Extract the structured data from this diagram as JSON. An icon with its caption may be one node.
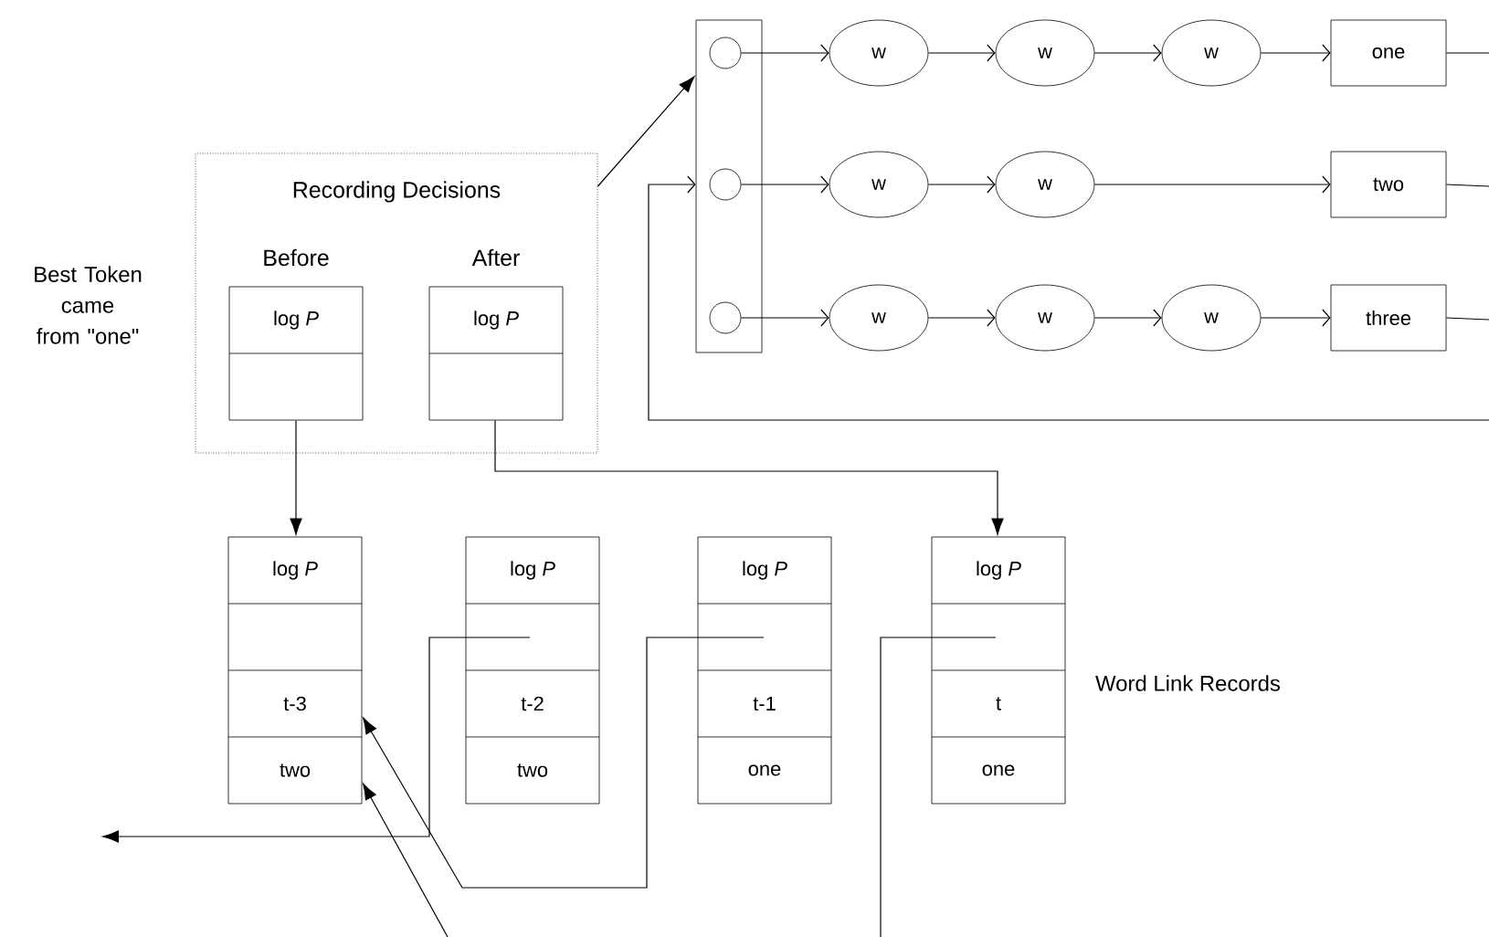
{
  "diagram": {
    "nodes": [
      {
        "text": [
          "Recording Decisions"
        ]
      },
      {
        "text": [
          "Before",
          "log *P*"
        ],
        "in": 0
      },
      {
        "text": [
          "After",
          "log *P*"
        ],
        "in": 0
      },
      {
        "text": [],
        "shape": "bar"
      },
      {
        "text": [],
        "shape": "circle",
        "in": 3
      },
      {
        "text": [],
        "shape": "circle",
        "in": 3
      },
      {
        "text": [],
        "shape": "circle",
        "in": 3
      },
      {
        "text": [
          "w"
        ]
      },
      {
        "text": [
          "w"
        ]
      },
      {
        "text": [
          "w"
        ]
      },
      {
        "text": [
          "one"
        ]
      },
      {
        "text": [
          "w"
        ]
      },
      {
        "text": [
          "w"
        ]
      },
      {
        "text": [
          "two"
        ]
      },
      {
        "text": [
          "w"
        ]
      },
      {
        "text": [
          "w"
        ]
      },
      {
        "text": [
          "w"
        ]
      },
      {
        "text": [
          "three"
        ]
      },
      {
        "text": [
          "log *P*",
          "t-3",
          "two"
        ]
      },
      {
        "text": [
          "log *P*",
          "t-2",
          "two"
        ]
      },
      {
        "text": [
          "log *P*",
          "t-1",
          "one"
        ]
      },
      {
        "text": [
          "log *P*",
          "t",
          "one"
        ]
      }
    ],
    "edges": [
      {
        "from": 0,
        "to": 3,
        "arrow": "to"
      },
      {
        "from": 4,
        "to": 7,
        "arrow": "to"
      },
      {
        "from": 7,
        "to": 8,
        "arrow": "to"
      },
      {
        "from": 8,
        "to": 9,
        "arrow": "to"
      },
      {
        "from": 9,
        "to": 10,
        "arrow": "to"
      },
      {
        "from": 5,
        "to": 11,
        "arrow": "to"
      },
      {
        "from": 11,
        "to": 12,
        "arrow": "to"
      },
      {
        "from": 12,
        "to": 13,
        "arrow": "to"
      },
      {
        "from": 6,
        "to": 14,
        "arrow": "to"
      },
      {
        "from": 14,
        "to": 15,
        "arrow": "to"
      },
      {
        "from": 15,
        "to": 16,
        "arrow": "to"
      },
      {
        "from": 16,
        "to": 17,
        "arrow": "to"
      },
      {
        "from": 10,
        "to": null,
        "arrow": "none"
      },
      {
        "from": 13,
        "to": null,
        "arrow": "none"
      },
      {
        "from": 17,
        "to": null,
        "arrow": "none"
      },
      {
        "from": null,
        "to": 3,
        "arrow": "to"
      },
      {
        "from": 1,
        "to": 18,
        "arrow": "to"
      },
      {
        "from": 2,
        "to": 21,
        "arrow": "to"
      },
      {
        "from": 19,
        "to": null,
        "arrow": "to"
      },
      {
        "from": 20,
        "to": 18,
        "arrow": "to"
      },
      {
        "from": 21,
        "to": null,
        "arrow": "none"
      },
      {
        "from": null,
        "to": 18,
        "arrow": "to"
      }
    ],
    "labels": [
      "Best Token came from \"one\"",
      "Word Link Records"
    ]
  }
}
